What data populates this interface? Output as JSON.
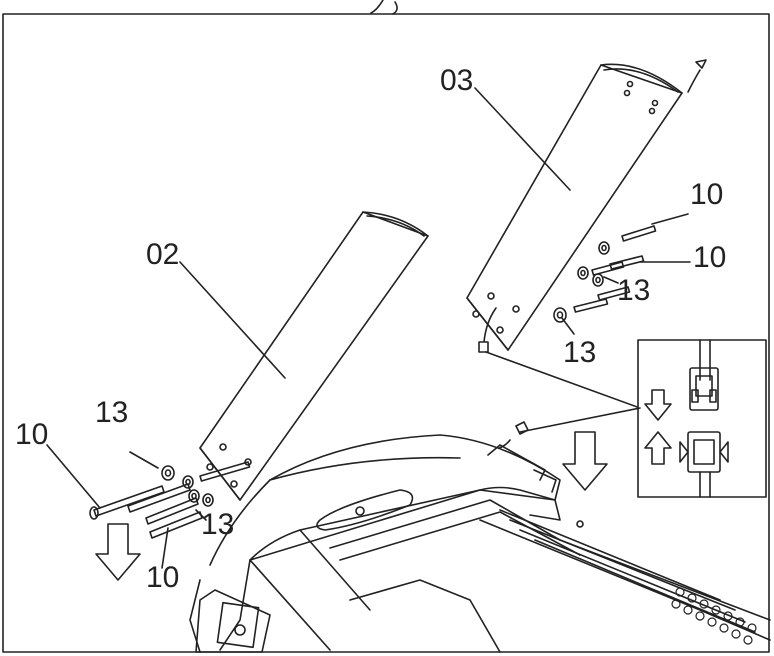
{
  "labels": {
    "part_03": "03",
    "part_02": "02",
    "bolt_10_upper_a": "10",
    "bolt_10_upper_b": "10",
    "washer_13_upper_a": "13",
    "washer_13_upper_b": "13",
    "washer_13_left_a": "13",
    "washer_13_left_b": "13",
    "bolt_10_left_a": "10",
    "bolt_10_left_b": "10"
  },
  "colors": {
    "line": "#222222",
    "background": "#ffffff"
  }
}
